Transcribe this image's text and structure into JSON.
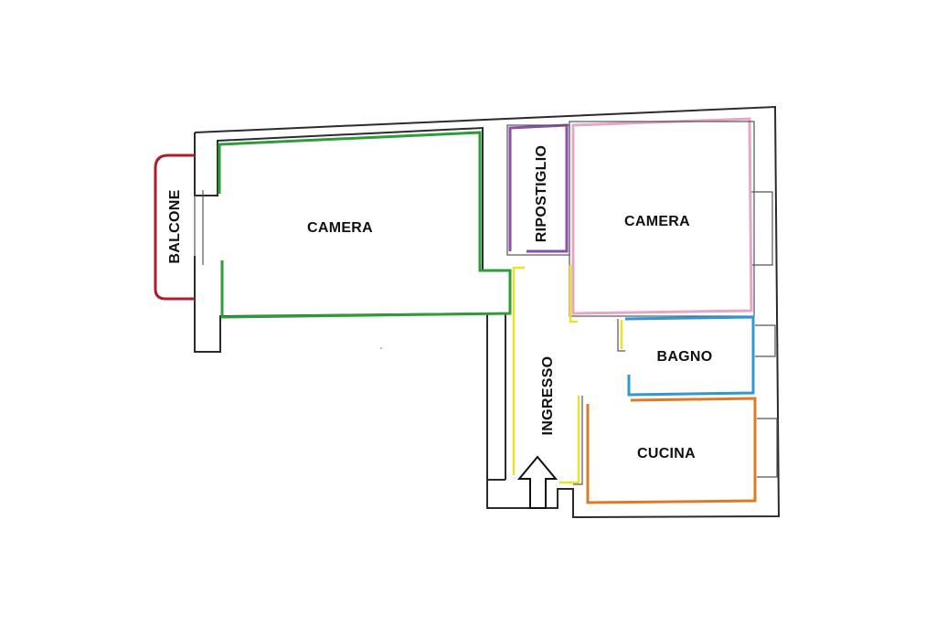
{
  "rooms": {
    "balcone": {
      "label": "BALCONE",
      "color": "#b01c2e"
    },
    "camera_left": {
      "label": "CAMERA",
      "color": "#2e9c3a"
    },
    "ripostiglio": {
      "label": "RIPOSTIGLIO",
      "color": "#8a4fa8"
    },
    "camera_right": {
      "label": "CAMERA",
      "color": "#e6a6c8"
    },
    "bagno": {
      "label": "BAGNO",
      "color": "#2f97d1"
    },
    "cucina": {
      "label": "CUCINA",
      "color": "#e07a22"
    },
    "ingresso": {
      "label": "INGRESSO",
      "color": "#e8e22a"
    }
  },
  "entrance_icon": "arrow-up-icon"
}
